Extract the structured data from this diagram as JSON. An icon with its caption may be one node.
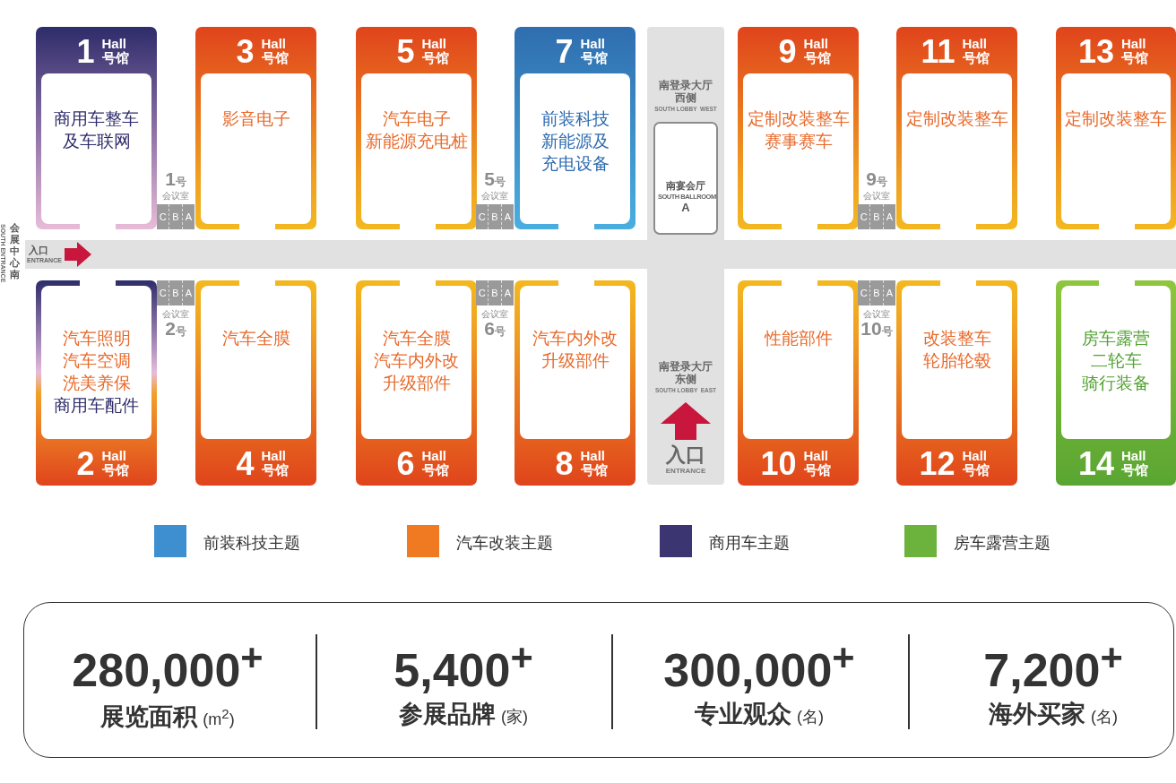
{
  "diagram": {
    "nodes": [
      {
        "text": [
          "1",
          "Hall",
          "号馆",
          "商用车整车及车联网"
        ]
      },
      {
        "text": [
          "1",
          "号",
          "会议室",
          "C",
          "B",
          "A"
        ]
      },
      {
        "text": [
          "3",
          "Hall",
          "号馆",
          "影音电子"
        ]
      },
      {
        "text": [
          "5",
          "Hall",
          "号馆",
          "汽车电子",
          "新能源充电桩"
        ]
      },
      {
        "text": [
          "5",
          "号",
          "会议室",
          "C",
          "B",
          "A"
        ]
      },
      {
        "text": [
          "7",
          "Hall",
          "号馆",
          "前装科技",
          "新能源及充电设备"
        ]
      },
      {
        "text": [
          "南登录大厅西侧",
          "SOUTH LOBBY  WEST"
        ]
      },
      {
        "text": [
          "南宴会厅",
          "SOUTH BALLROOM",
          "A"
        ],
        "in": 6
      },
      {
        "text": [
          "9",
          "Hall",
          "号馆",
          "定制改装整车",
          "赛事赛车"
        ]
      },
      {
        "text": [
          "9",
          "号",
          "会议室",
          "C",
          "B",
          "A"
        ]
      },
      {
        "text": [
          "11",
          "Hall",
          "号馆",
          "定制改装整车"
        ]
      },
      {
        "text": [
          "13",
          "Hall",
          "号馆",
          "定制改装整车"
        ]
      },
      {
        "text": [
          "汽车照明",
          "汽车空调",
          "洗美养保",
          "商用车配件",
          "2",
          "Hall",
          "号馆"
        ]
      },
      {
        "text": [
          "C",
          "B",
          "A",
          "会议室",
          "2",
          "号"
        ]
      },
      {
        "text": [
          "汽车全膜",
          "4",
          "Hall",
          "号馆"
        ]
      },
      {
        "text": [
          "汽车全膜",
          "汽车内外改升级部件",
          "6",
          "Hall",
          "号馆"
        ]
      },
      {
        "text": [
          "C",
          "B",
          "A",
          "会议室",
          "6",
          "号"
        ]
      },
      {
        "text": [
          "汽车内外改升级部件",
          "8",
          "Hall",
          "号馆"
        ]
      },
      {
        "text": [
          "南登录大厅东侧",
          "SOUTH LOBBY  EAST",
          "入口",
          "ENTRANCE"
        ]
      },
      {
        "text": [
          "性能部件",
          "10",
          "Hall",
          "号馆"
        ]
      },
      {
        "text": [
          "C",
          "B",
          "A",
          "会议室",
          "10",
          "号"
        ]
      },
      {
        "text": [
          "改装整车",
          "轮胎轮毂",
          "12",
          "Hall",
          "号馆"
        ]
      },
      {
        "text": [
          "房车露营",
          "二轮车",
          "骑行装备",
          "14",
          "Hall",
          "号馆"
        ]
      }
    ],
    "labels": [
      "会展中心南",
      "SOUTH ENTRANCE",
      "入口",
      "ENTRANCE",
      "280,000$^{+}$",
      "展览面积",
      "(m$^{2}$)",
      "5,400$^{+}$",
      "参展品牌",
      "(家)",
      "300,000$^{+}$",
      "专业观众",
      "(名)",
      "7,200$^{+}$",
      "海外买家",
      "(名)"
    ],
    "legend": [
      {
        "text": "前装科技主题",
        "color": "#3d8fd0"
      },
      {
        "text": "汽车改装主题",
        "color": "#ef7a22"
      },
      {
        "text": "商用车主题",
        "color": "#3b3672"
      },
      {
        "text": "房车露营主题",
        "color": "#6cb33e"
      }
    ]
  }
}
